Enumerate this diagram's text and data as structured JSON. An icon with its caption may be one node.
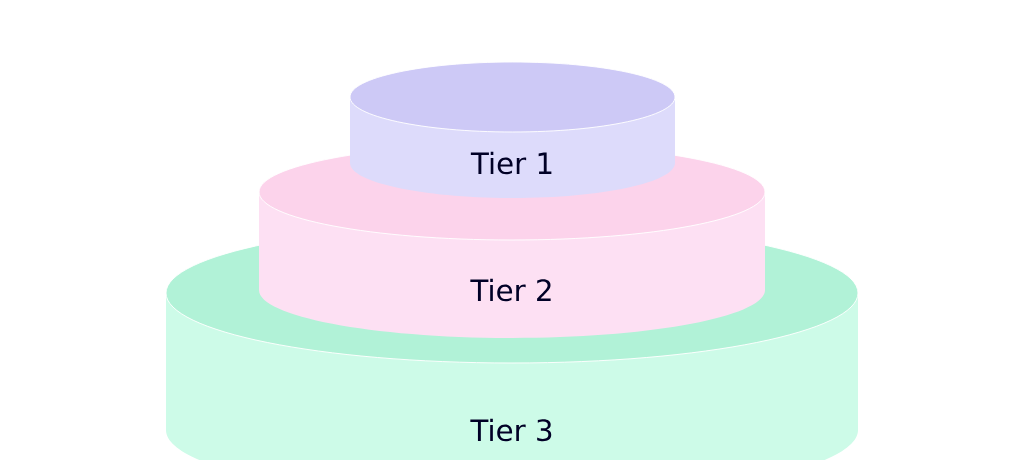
{
  "diagram": {
    "nodes": [
      {
        "text": [
          "Tier 1"
        ]
      },
      {
        "text": [
          "Tier 2"
        ]
      },
      {
        "text": [
          "Tier 3"
        ]
      }
    ]
  }
}
